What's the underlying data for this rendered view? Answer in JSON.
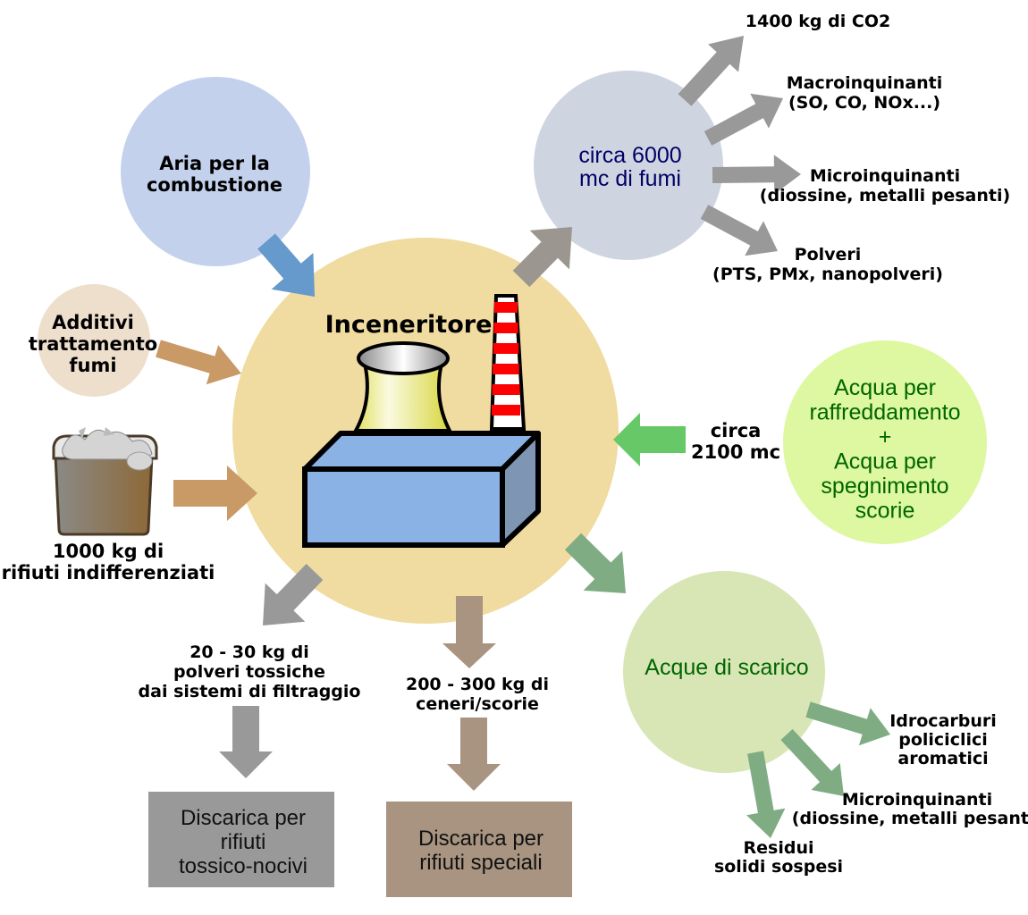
{
  "colors": {
    "main_circle": "#f0dba0",
    "air_circle": "#c3d1ec",
    "air_text": "#000066",
    "air_arrow": "#6699cc",
    "additives_circle": "#eedfcd",
    "brown_arrow": "#c99a66",
    "fumes_circle": "#cfd5e0",
    "fumes_text": "#000066",
    "grey_arrow": "#999999",
    "fumes_in_arrow": "#9c9690",
    "water_circle": "#ddf8a0",
    "water_text": "#006600",
    "water_arrow": "#66c866",
    "waste_water_circle": "#d8e6b6",
    "waste_water_text": "#006600",
    "green_arrow": "#80ac84",
    "ash_arrow": "#a89480",
    "toxic_box": "#999999",
    "special_box": "#a89480",
    "title_text": "#660000",
    "stack_red": "#ff0000",
    "building_front": "#8ab2e4",
    "building_side": "#7e96b4",
    "tower_yellow": "#e2e060"
  },
  "center": {
    "title": "Inceneritore",
    "icon": "incinerator-plant-icon"
  },
  "inputs": {
    "air": {
      "lines": [
        "Aria per la",
        "combustione"
      ]
    },
    "additives": {
      "lines": [
        "Additivi",
        "trattamento",
        "fumi"
      ]
    },
    "waste": {
      "icon": "trash-bin-icon",
      "lines": [
        "1000 kg di",
        "rifiuti indifferenziati"
      ]
    },
    "water": {
      "amount_lines": [
        "circa",
        "2100 mc"
      ],
      "lines": [
        "Acqua per",
        "raffreddamento",
        "+",
        "Acqua per",
        "spegnimento",
        "scorie"
      ]
    }
  },
  "fumes": {
    "lines": [
      "circa 6000",
      "mc di fumi"
    ],
    "outputs": [
      {
        "lines": [
          "1400 kg di CO2"
        ]
      },
      {
        "lines": [
          "Macroinquinanti",
          "(SO, CO, NOx...)"
        ]
      },
      {
        "lines": [
          "Microinquinanti",
          "(diossine, metalli pesanti)"
        ]
      },
      {
        "lines": [
          "Polveri",
          "(PTS, PMx, nanopolveri)"
        ]
      }
    ]
  },
  "waste_water": {
    "lines": [
      "Acque di scarico"
    ],
    "outputs": [
      {
        "lines": [
          "Idrocarburi",
          "policiclici",
          "aromatici"
        ]
      },
      {
        "lines": [
          "Microinquinanti",
          "(diossine, metalli pesanti)"
        ]
      },
      {
        "lines": [
          "Residui",
          "solidi sospesi"
        ]
      }
    ]
  },
  "solid_outputs": {
    "toxic_dust": {
      "lines": [
        "20 - 30 kg di",
        "polveri tossiche",
        "dai sistemi di filtraggio"
      ],
      "destination": [
        "Discarica per",
        "rifiuti",
        "tossico-nocivi"
      ]
    },
    "ash": {
      "lines": [
        "200 - 300 kg di",
        "ceneri/scorie"
      ],
      "destination": [
        "Discarica per",
        "rifiuti speciali"
      ]
    }
  }
}
